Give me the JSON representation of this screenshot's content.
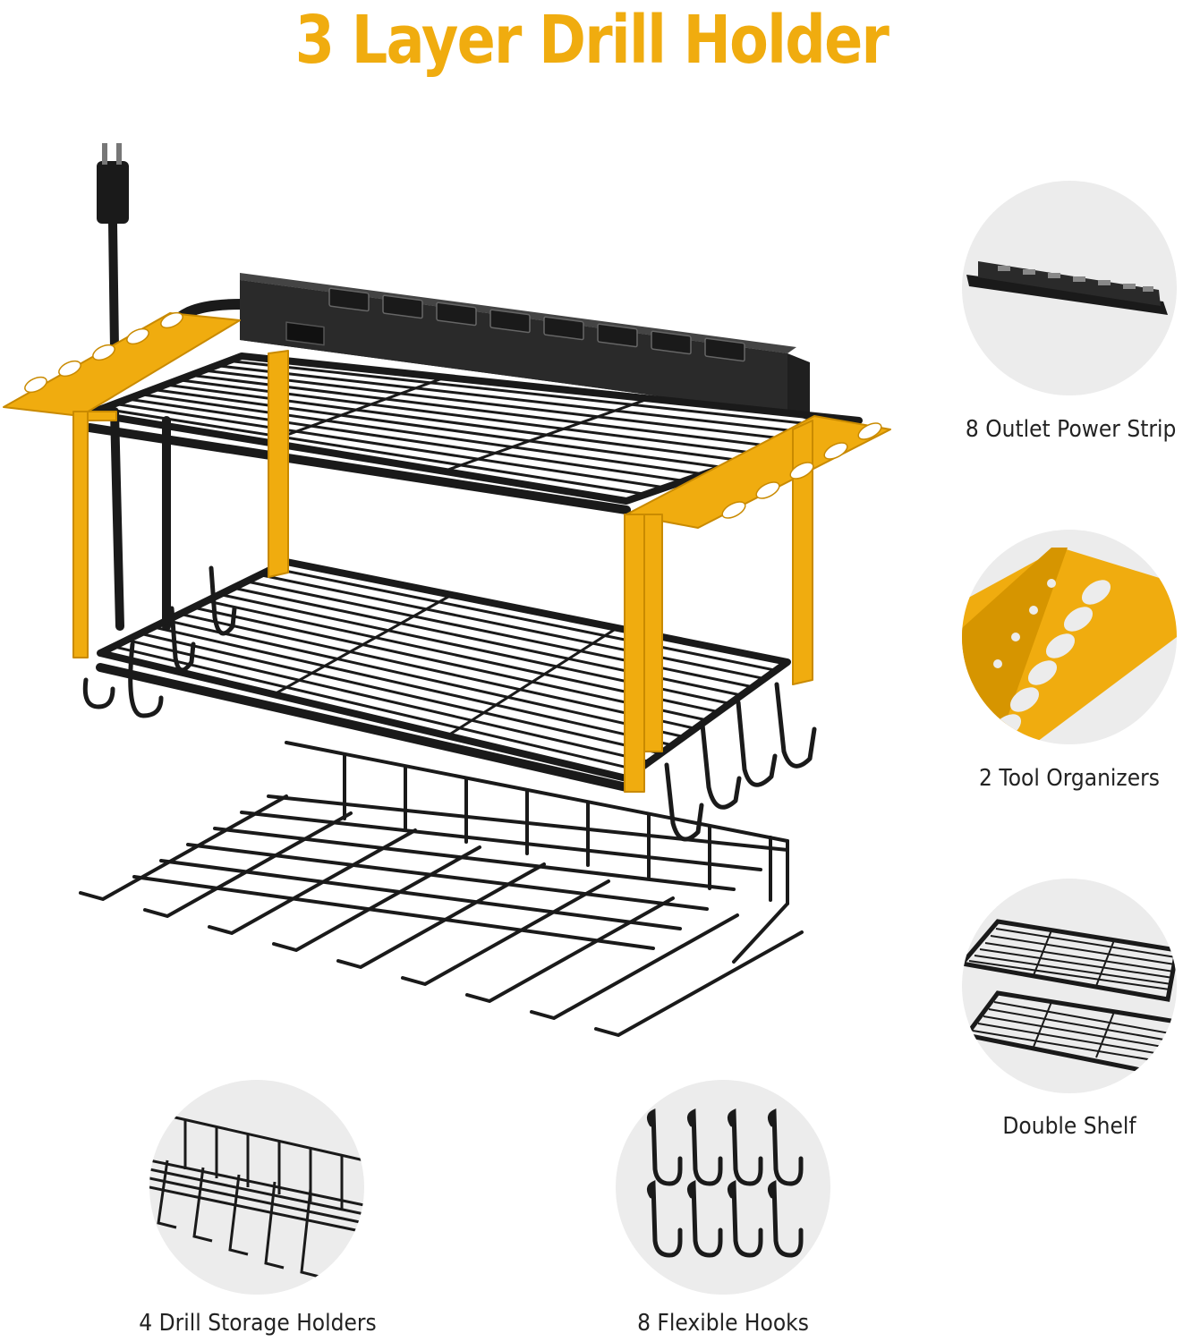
{
  "title": "3 Layer Drill Holder",
  "colors": {
    "accent": "#f0ac0f",
    "metal_black": "#1a1a1a",
    "circle_bg": "#ececec"
  },
  "features": [
    {
      "label": "8 Outlet Power Strip",
      "icon": "power-strip-icon"
    },
    {
      "label": "2 Tool Organizers",
      "icon": "tool-organizer-icon"
    },
    {
      "label": "Double Shelf",
      "icon": "double-shelf-icon"
    },
    {
      "label": "4 Drill Storage Holders",
      "icon": "drill-holder-icon"
    },
    {
      "label": "8 Flexible Hooks",
      "icon": "hooks-icon"
    }
  ]
}
